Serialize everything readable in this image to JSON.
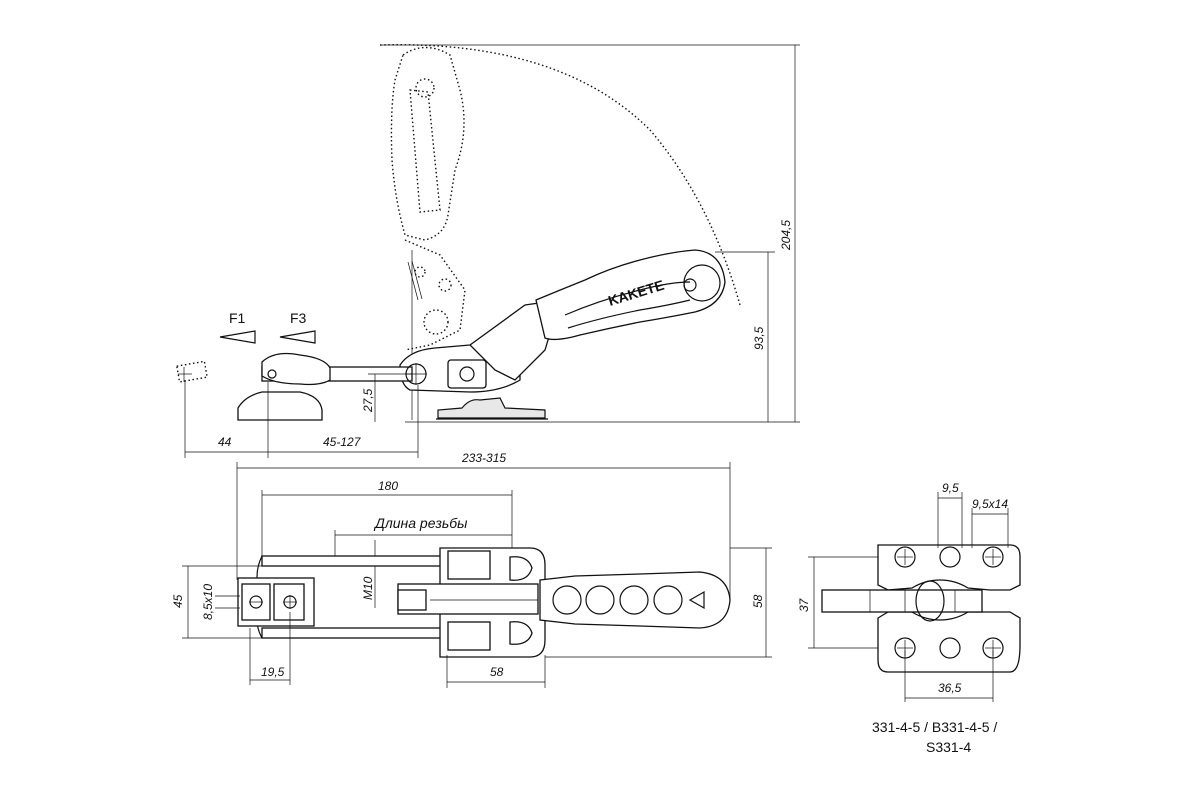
{
  "force_labels": {
    "f1": "F1",
    "f3": "F3"
  },
  "side_view": {
    "dims": {
      "overall_height": "204,5",
      "handle_height": "93,5",
      "spindle_height": "27,5",
      "spindle_offset": "44",
      "spindle_travel": "45-127"
    },
    "handle_brand": "KAKETE"
  },
  "top_view": {
    "dims": {
      "overall_length": "233-315",
      "length_180": "180",
      "thread_length_label": "Длина резьбы",
      "thread_size": "M10",
      "slot": "8,5x10",
      "width_45": "45",
      "width_58": "58",
      "offset_19_5": "19,5",
      "base_length_58": "58"
    }
  },
  "base_view": {
    "dims": {
      "hole_9_5": "9,5",
      "slot_9_5x14": "9,5x14",
      "height_37": "37",
      "spacing_36_5": "36,5"
    },
    "model_codes": {
      "line1": "331-4-5 / B331-4-5 /",
      "line2": "S331-4"
    }
  }
}
